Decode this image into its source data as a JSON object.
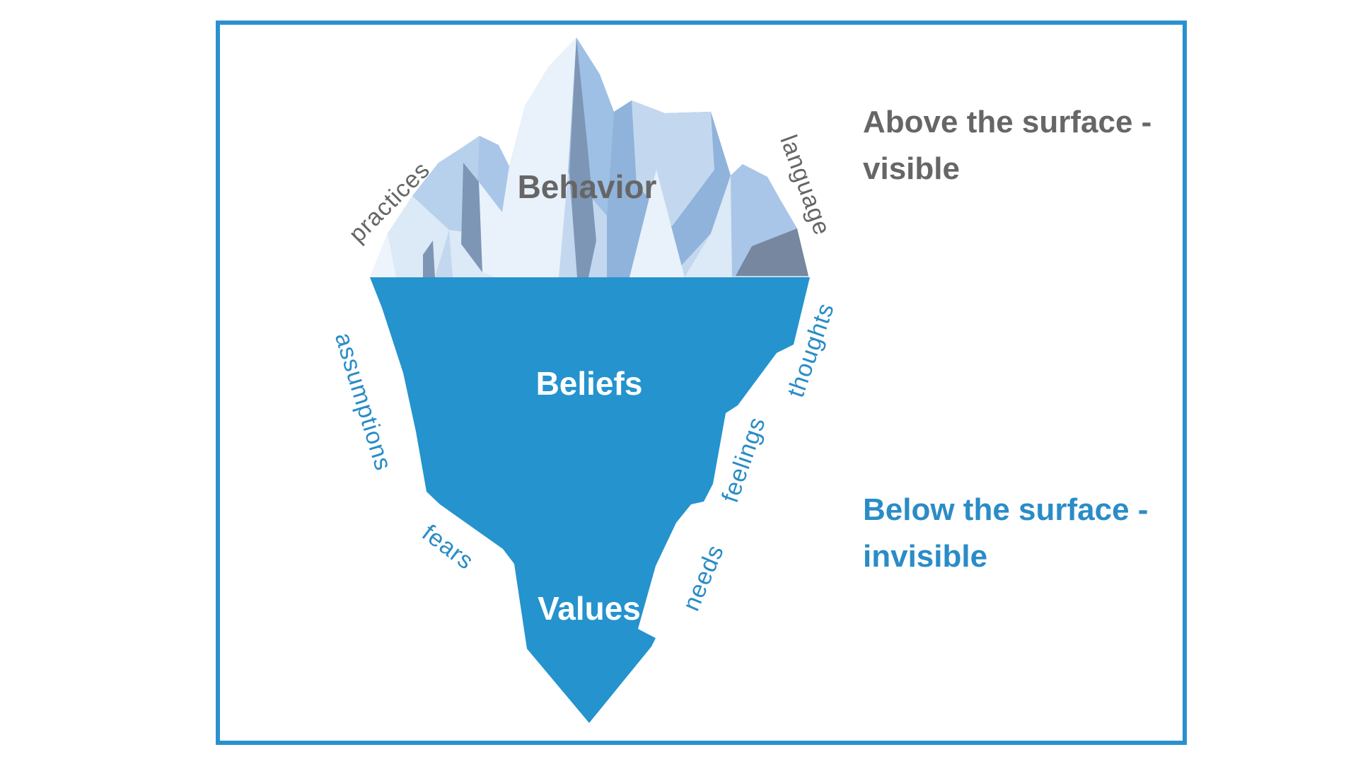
{
  "colors": {
    "frame-blue": "#2a91cf",
    "sea-blue": "#2493ce",
    "blue-text": "#2a8cc7",
    "gray-text": "#666666",
    "white-text": "#ffffff",
    "ice-base": "#c3d8ef",
    "ice-lightest": "#e9f1fa",
    "ice-pale": "#eef4fb",
    "ice-light": "#dce9f6",
    "ice-mid": "#b7d0ec",
    "ice-mid2": "#a9c6e8",
    "ice-deep": "#9fc0e5",
    "ice-deeper": "#8fb3db",
    "ice-shadow": "#7e96b5",
    "ice-dark": "#76879f"
  },
  "headings": {
    "above": {
      "line1": "Above the surface -",
      "line2": "visible"
    },
    "below": {
      "line1": "Below the surface -",
      "line2": "invisible"
    }
  },
  "layers": {
    "behavior": "Behavior",
    "beliefs": "Beliefs",
    "values": "Values"
  },
  "side_labels": {
    "practices": "practices",
    "language": "language",
    "assumptions": "assumptions",
    "thoughts": "thoughts",
    "feelings": "feelings",
    "fears": "fears",
    "needs": "needs"
  }
}
